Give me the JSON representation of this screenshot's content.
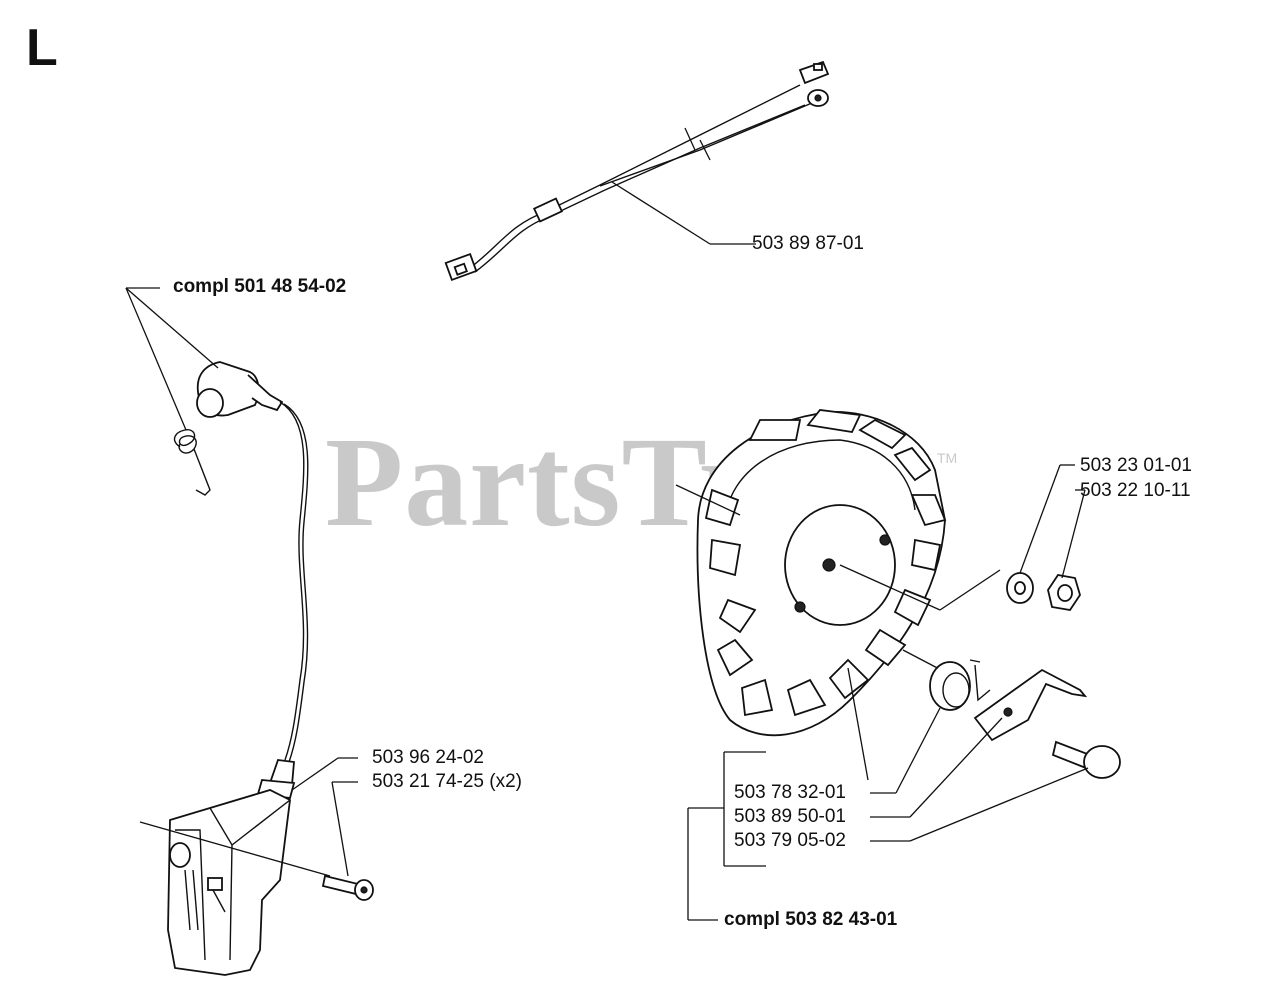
{
  "section_letter": "L",
  "watermark": {
    "text": "PartsTree",
    "tm": "TM"
  },
  "labels": {
    "ignition_compl": "compl 501 48 54-02",
    "wire": "503 89 87-01",
    "nut_washer_1": "503 23 01-01",
    "nut_washer_2": "503 22 10-11",
    "module": "503 96 24-02",
    "screw": "503 21 74-25 (x2)",
    "pawl_1": "503 78 32-01",
    "pawl_2": "503 89 50-01",
    "pawl_3": "503 79 05-02",
    "flywheel_compl": "compl 503 82 43-01"
  }
}
